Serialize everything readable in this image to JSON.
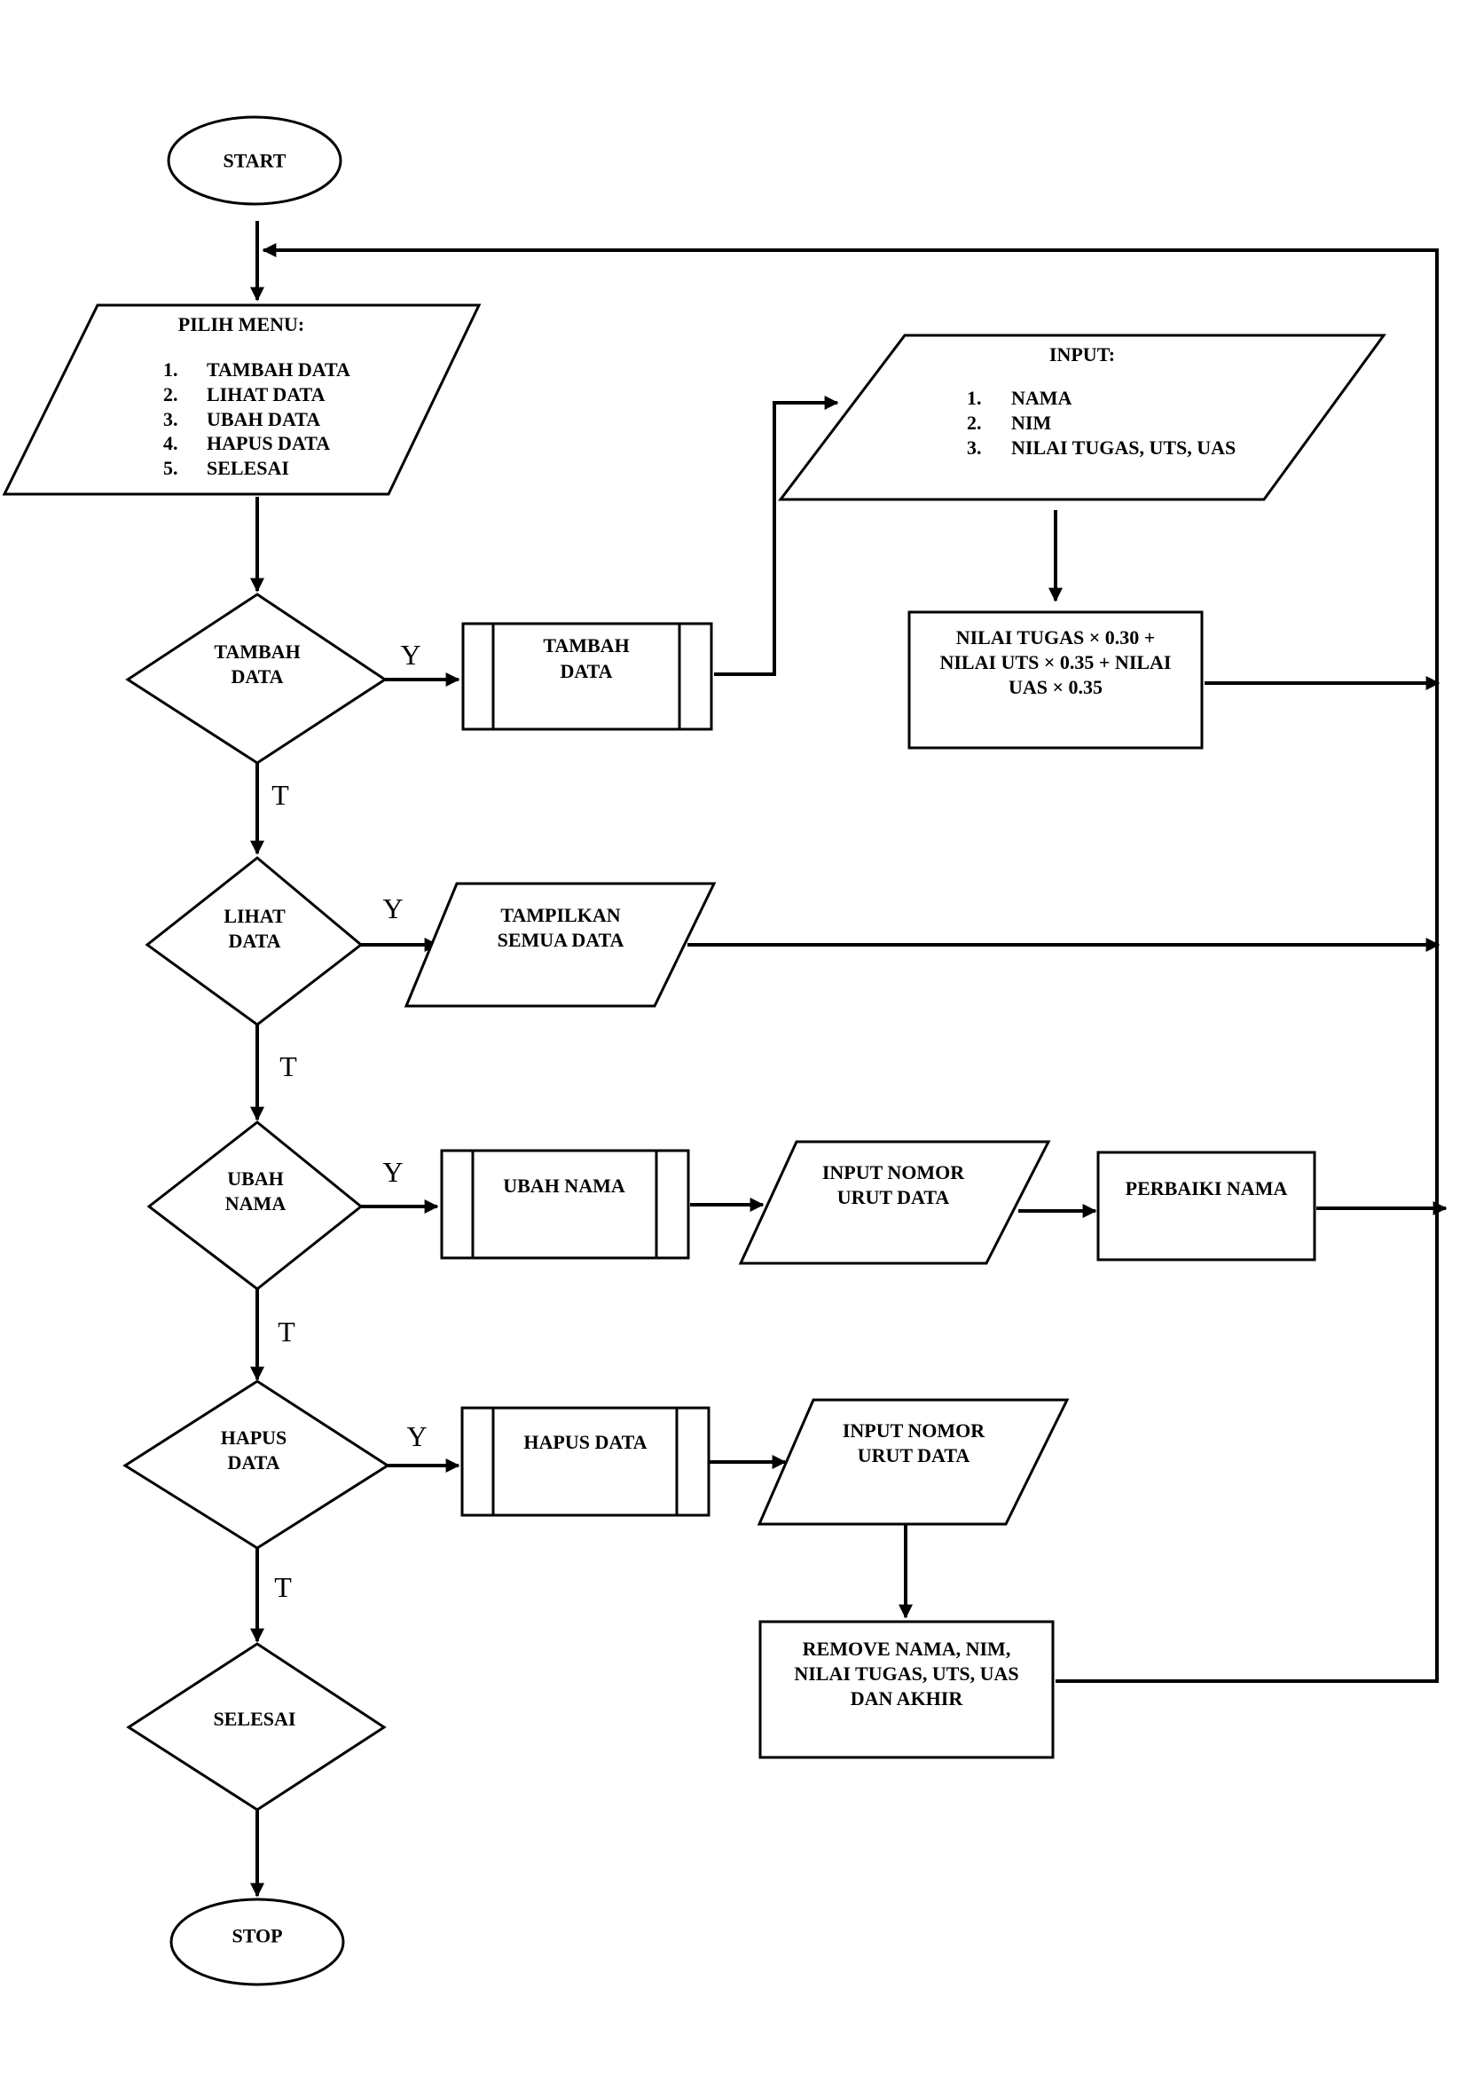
{
  "nodes": {
    "start": "START",
    "menu_title": "PILIH MENU:",
    "menu_items": [
      {
        "num": "1.",
        "label": "TAMBAH DATA"
      },
      {
        "num": "2.",
        "label": "LIHAT DATA"
      },
      {
        "num": "3.",
        "label": "UBAH DATA"
      },
      {
        "num": "4.",
        "label": "HAPUS DATA"
      },
      {
        "num": "5.",
        "label": "SELESAI"
      }
    ],
    "dec_tambah": [
      "TAMBAH",
      "DATA"
    ],
    "proc_tambah": [
      "TAMBAH",
      "DATA"
    ],
    "input_title": "INPUT:",
    "input_items": [
      {
        "num": "1.",
        "label": "NAMA"
      },
      {
        "num": "2.",
        "label": "NIM"
      },
      {
        "num": "3.",
        "label": "NILAI TUGAS, UTS, UAS"
      }
    ],
    "formula": [
      "NILAI TUGAS × 0.30 +",
      "NILAI UTS × 0.35 + NILAI",
      "UAS × 0.35"
    ],
    "dec_lihat": [
      "LIHAT",
      "DATA"
    ],
    "tampilkan": [
      "TAMPILKAN",
      "SEMUA DATA"
    ],
    "dec_ubah": [
      "UBAH",
      "NAMA"
    ],
    "proc_ubah": "UBAH NAMA",
    "input_nomor_ubah": [
      "INPUT NOMOR",
      "URUT DATA"
    ],
    "perbaiki": "PERBAIKI NAMA",
    "dec_hapus": [
      "HAPUS",
      "DATA"
    ],
    "proc_hapus": "HAPUS DATA",
    "input_nomor_hapus": [
      "INPUT NOMOR",
      "URUT DATA"
    ],
    "remove": [
      "REMOVE NAMA, NIM,",
      "NILAI TUGAS, UTS, UAS",
      "DAN AKHIR"
    ],
    "dec_selesai": "SELESAI",
    "stop": "STOP"
  },
  "labels": {
    "yes": "Y",
    "no": "T"
  }
}
